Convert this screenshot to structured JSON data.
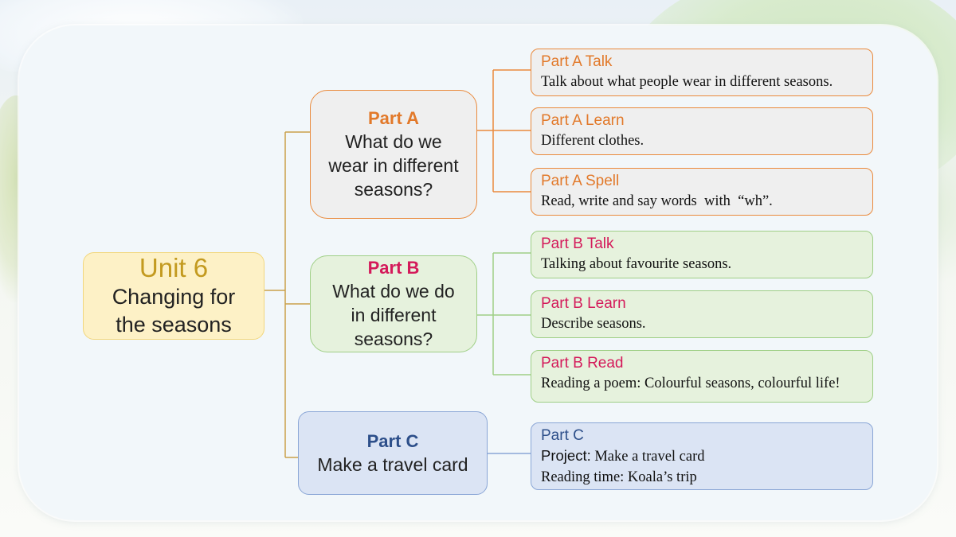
{
  "root": {
    "line1": "Unit 6",
    "line2a": "Changing for",
    "line2b": "the seasons"
  },
  "parts": [
    {
      "heading": "Part A",
      "q1": "What do we",
      "q2": "wear in different",
      "q3": "seasons?"
    },
    {
      "heading": "Part B",
      "q1": "What do we do",
      "q2": "in different",
      "q3": "seasons?"
    },
    {
      "heading": "Part C",
      "q1": "Make a travel card"
    }
  ],
  "lessons": [
    {
      "title": "Part A Talk",
      "desc": "Talk about what people wear in different seasons."
    },
    {
      "title": "Part A Learn",
      "desc": "Different clothes."
    },
    {
      "title": "Part A Spell",
      "desc": "Read, write and say words  with  “wh”."
    },
    {
      "title": "Part B Talk",
      "desc": "Talking about favourite seasons."
    },
    {
      "title": "Part B Learn",
      "desc": "Describe seasons."
    },
    {
      "title": "Part B Read",
      "desc": "Reading a poem: Colourful seasons, colourful life!"
    }
  ],
  "partC_detail": {
    "title": "Part C",
    "project_label": "Project:",
    "project_text": " Make a travel card",
    "reading": "Reading time: Koala’s trip"
  },
  "colors": {
    "gold": "#c39a1f",
    "orange": "#e2792a",
    "pink": "#d41a5a",
    "navy": "#2d4f8a",
    "connector_root": "#c9a14a",
    "connector_a": "#ea8a3c",
    "connector_b": "#9fcf86",
    "connector_c": "#8aa6d6"
  }
}
